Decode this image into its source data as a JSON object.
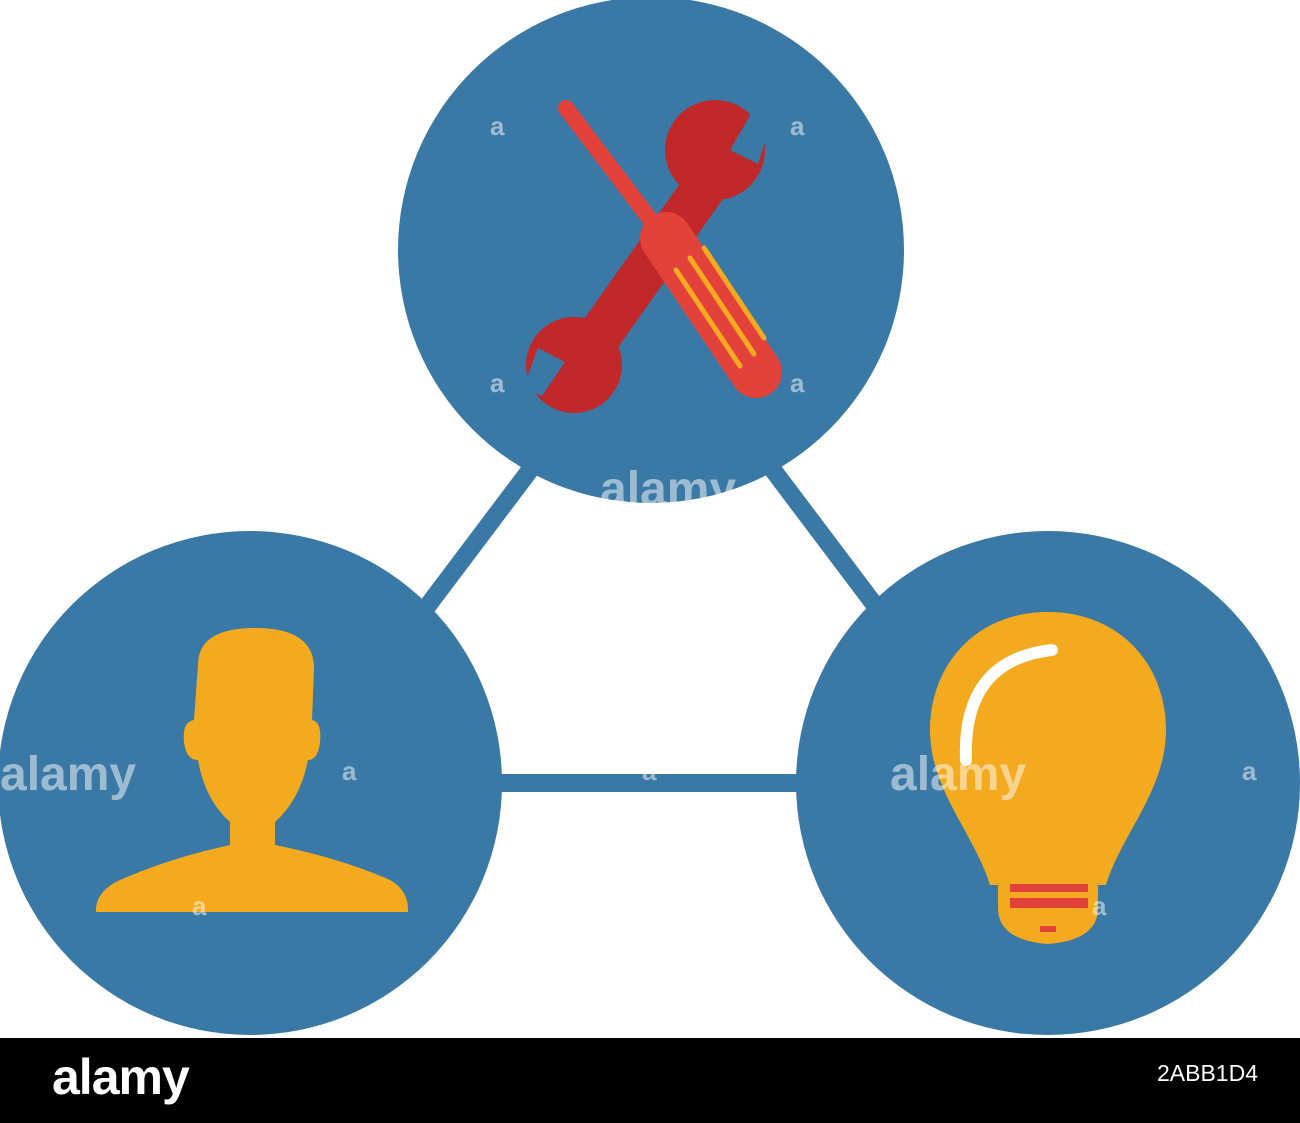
{
  "colors": {
    "background": "#ffffff",
    "circle": "#3a79a5",
    "connector": "#3a79a5",
    "figure": "#f4aa1f",
    "wrench": "#c0282a",
    "screwdriver": "#e2423a",
    "screwdriver_grip": "#f4aa1f",
    "bulb": "#f4aa1f",
    "bulb_band": "#e2423a",
    "footer": "#000000",
    "footer_text": "#ffffff"
  },
  "nodes": [
    {
      "id": "tools",
      "icon": "wrench-screwdriver-icon"
    },
    {
      "id": "user",
      "icon": "user-silhouette-icon"
    },
    {
      "id": "idea",
      "icon": "lightbulb-icon"
    }
  ],
  "edges": [
    {
      "from": "tools",
      "to": "user"
    },
    {
      "from": "tools",
      "to": "idea"
    },
    {
      "from": "user",
      "to": "idea"
    }
  ],
  "watermark": {
    "text": "alamy",
    "mark": "a"
  },
  "footer": {
    "brand": "alamy",
    "image_id": "2ABB1D4"
  }
}
